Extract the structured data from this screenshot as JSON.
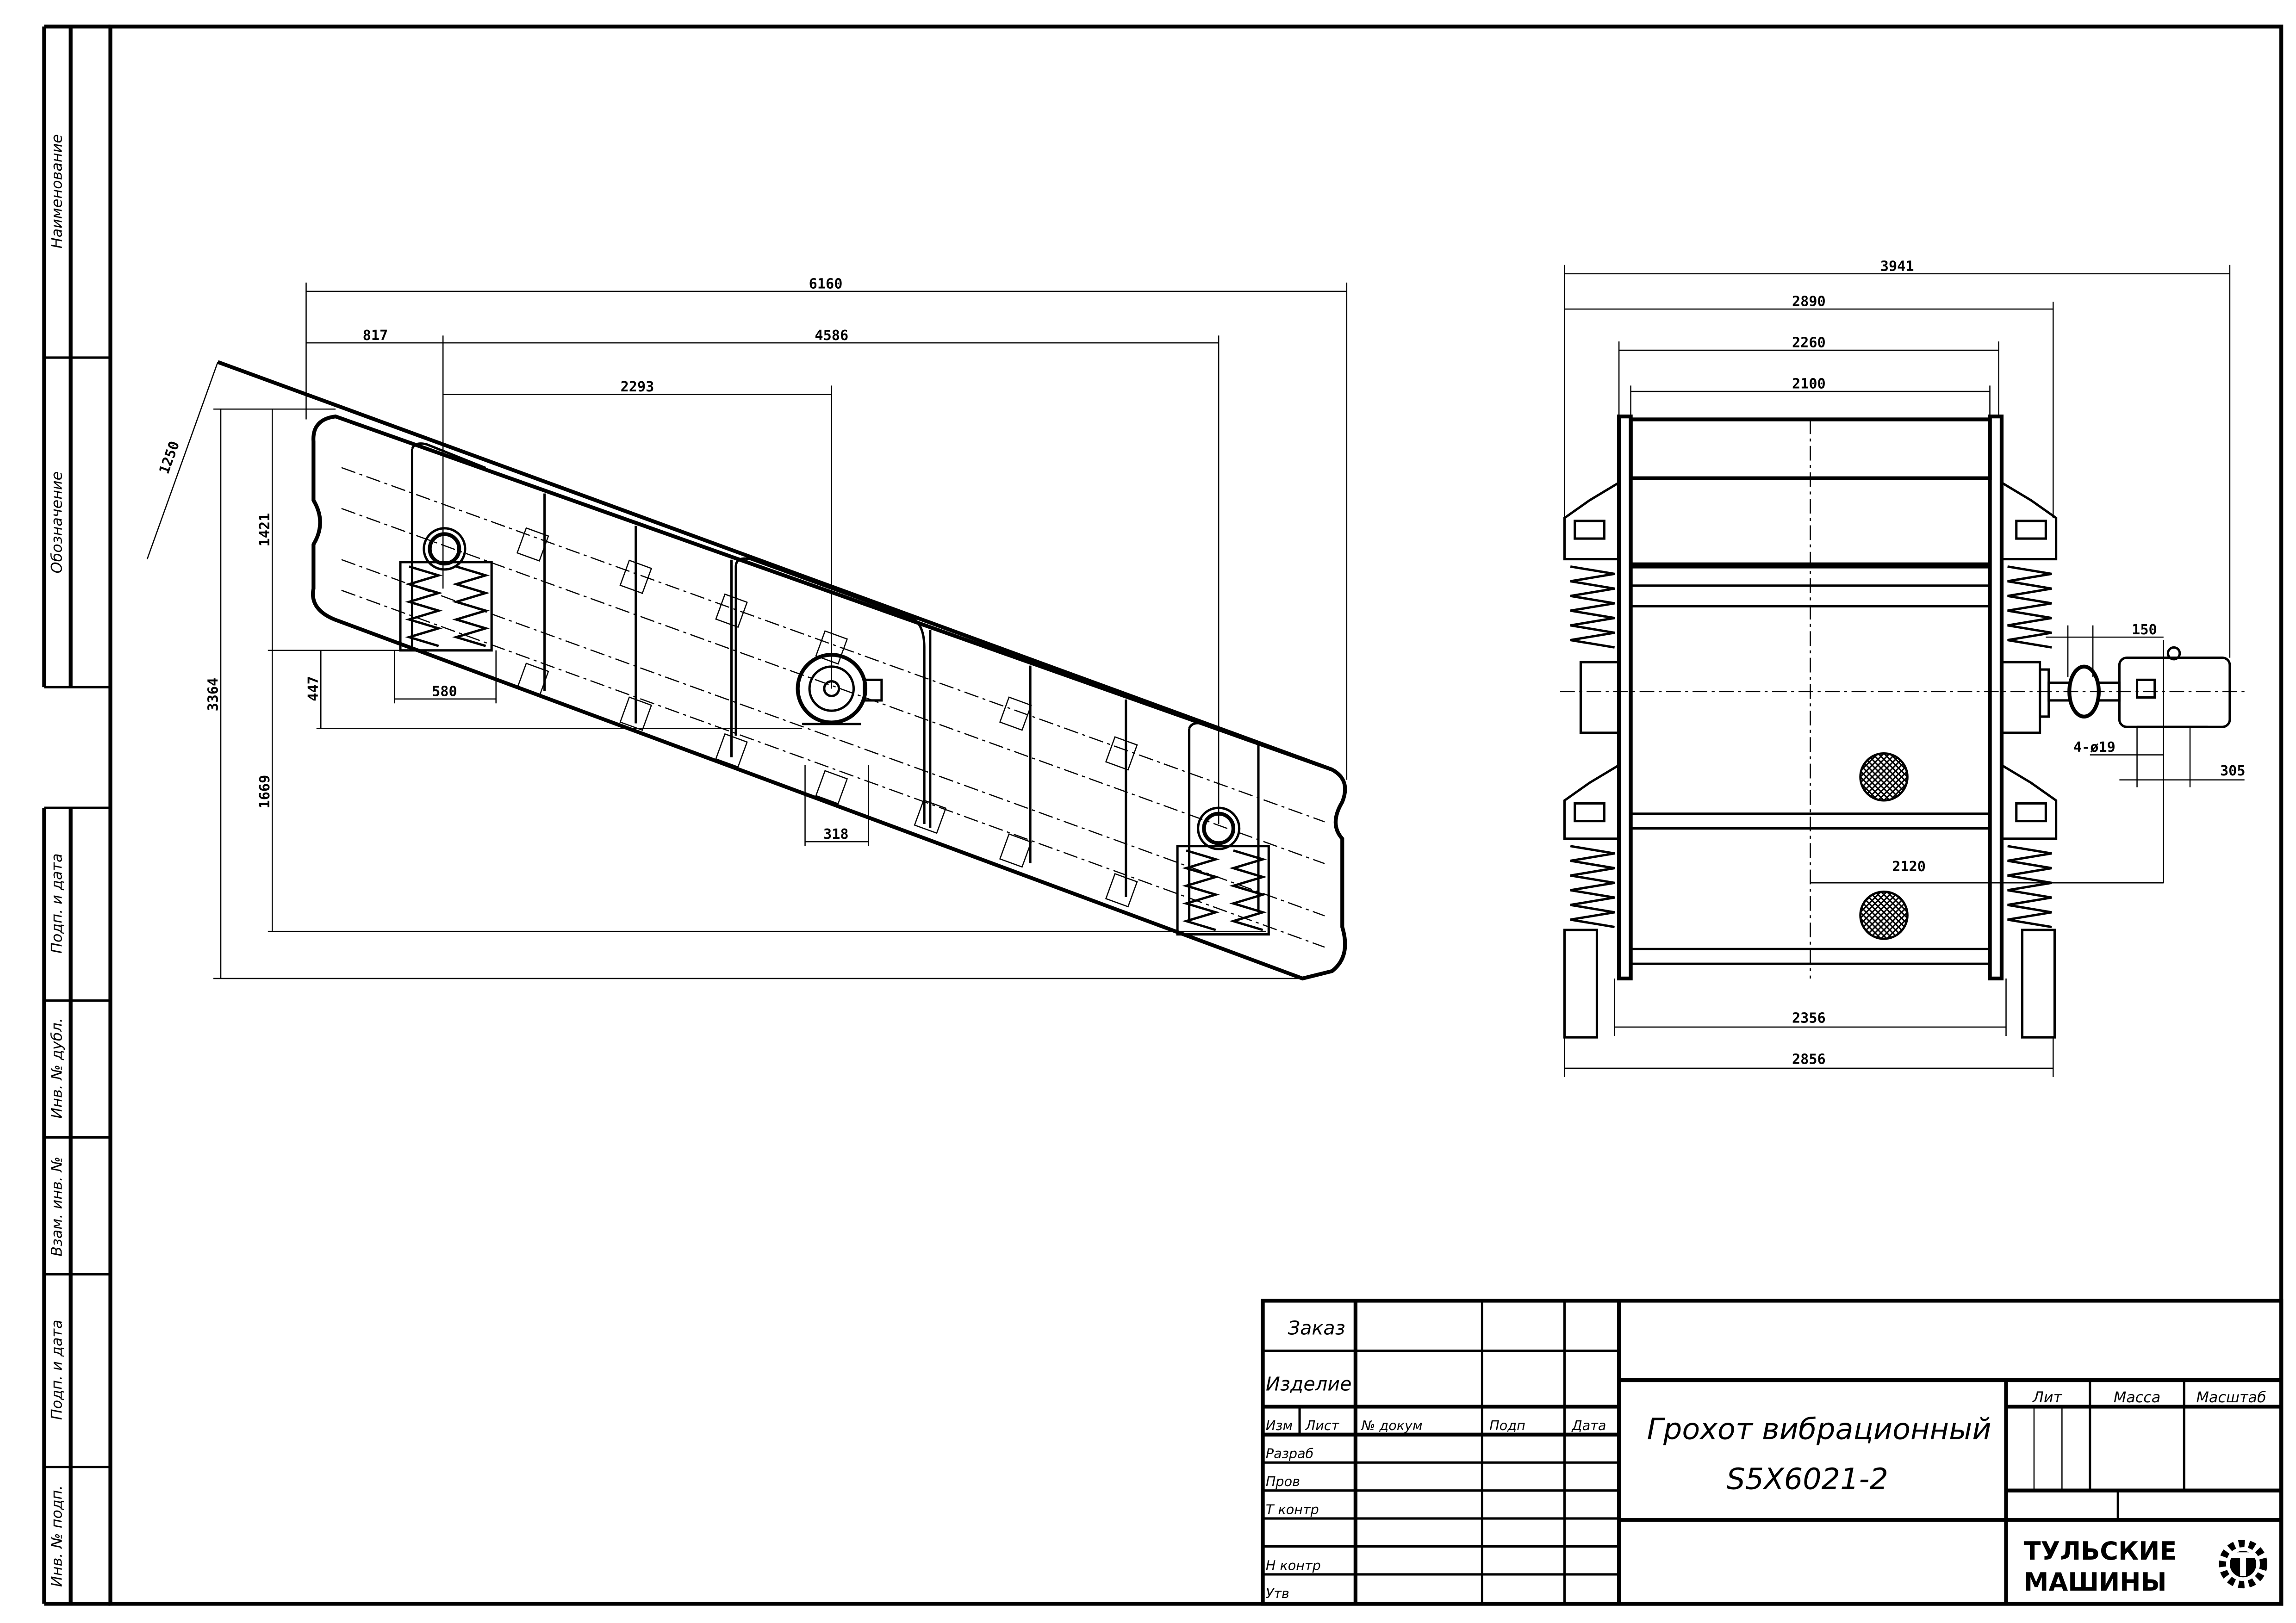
{
  "side_strip": {
    "labels": [
      "Наименование",
      "Обозначение",
      "Подп. и дата",
      "Инв. № дубл.",
      "Взам. инв. №",
      "Подп. и дата",
      "Инв. № подп."
    ]
  },
  "side_view": {
    "dims": {
      "overall_length": "6160",
      "d817": "817",
      "d4586": "4586",
      "d2293": "2293",
      "d1250": "1250",
      "d3364": "3364",
      "d1421": "1421",
      "d1669": "1669",
      "d447": "447",
      "d580": "580",
      "d318": "318"
    }
  },
  "front_view": {
    "dims": {
      "d3941": "3941",
      "d2890": "2890",
      "d2260": "2260",
      "d2100": "2100",
      "d150": "150",
      "holes": "4-ø19",
      "d305": "305",
      "d2120": "2120",
      "d2356": "2356",
      "d2856": "2856"
    }
  },
  "title_block": {
    "order": "Заказ",
    "product": "Изделие",
    "col_headers": [
      "Изм",
      "Лист",
      "№ докум",
      "Подп",
      "Дата"
    ],
    "rows": [
      "Разраб",
      "Пров",
      "Т контр",
      "",
      "Н контр",
      "Утв"
    ],
    "title_line1": "Грохот вибрационный",
    "title_line2": "S5X6021-2",
    "lit": "Лит",
    "mass": "Масса",
    "scale": "Масштаб",
    "company_line1": "ТУЛЬСКИЕ",
    "company_line2": "МАШИНЫ"
  }
}
